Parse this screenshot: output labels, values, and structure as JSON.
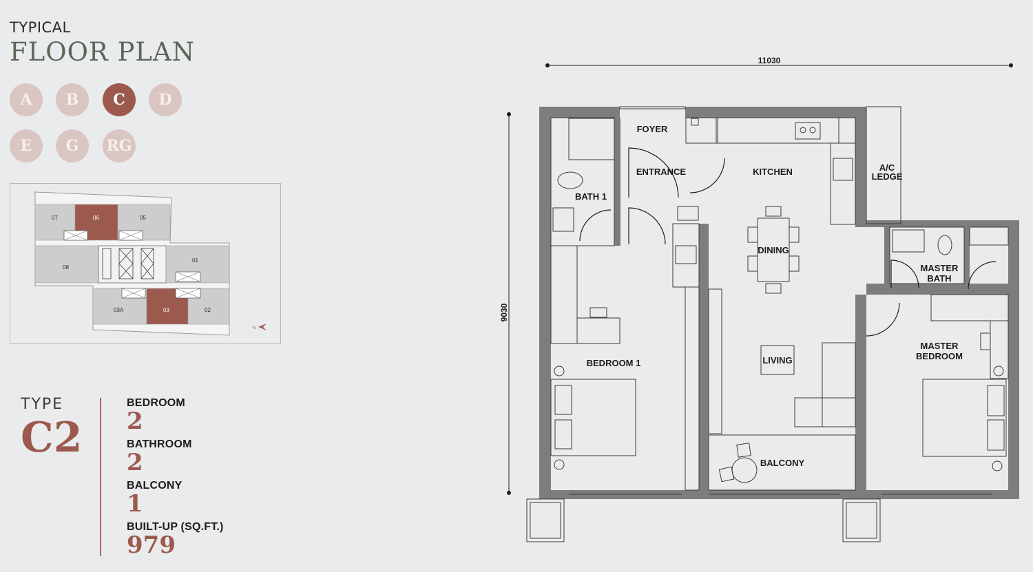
{
  "header": {
    "subtitle": "TYPICAL",
    "title": "FLOOR PLAN"
  },
  "types": [
    "A",
    "B",
    "C",
    "D",
    "E",
    "G",
    "RG"
  ],
  "active_type": "C",
  "key_plan": {
    "units": [
      "07",
      "06",
      "05",
      "08",
      "01",
      "03A",
      "03",
      "02"
    ],
    "highlighted_units": [
      "06",
      "03"
    ],
    "north_label": "N"
  },
  "unit": {
    "type_label": "TYPE",
    "type_code": "C2",
    "specs": [
      {
        "label": "BEDROOM",
        "value": "2"
      },
      {
        "label": "BATHROOM",
        "value": "2"
      },
      {
        "label": "BALCONY",
        "value": "1"
      },
      {
        "label": "BUILT-UP (SQ.FT.)",
        "value": "979"
      }
    ]
  },
  "plan": {
    "width_dimension": "11030",
    "depth_dimension": "9030",
    "rooms": {
      "foyer": "FOYER",
      "entrance": "ENTRANCE",
      "kitchen": "KITCHEN",
      "ac_ledge_line1": "A/C",
      "ac_ledge_line2": "LEDGE",
      "bath1": "BATH 1",
      "dining": "DINING",
      "master_bath_line1": "MASTER",
      "master_bath_line2": "BATH",
      "master_bedroom_line1": "MASTER",
      "master_bedroom_line2": "BEDROOM",
      "bedroom1": "BEDROOM 1",
      "living": "LIVING",
      "balcony": "BALCONY"
    }
  },
  "colors": {
    "accent": "#9c5a4f",
    "inactive_type": "#d9c5c2",
    "wall": "#7d7d7d",
    "background": "#e9ebed",
    "heading": "#5e6658"
  }
}
